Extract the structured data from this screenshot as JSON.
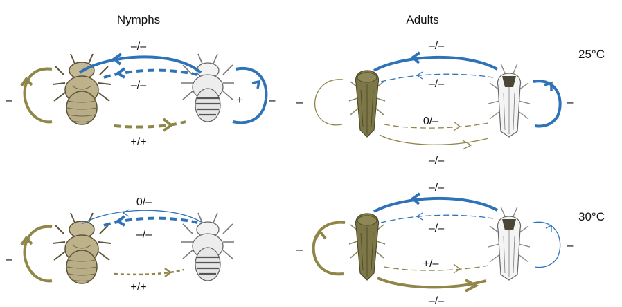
{
  "headers": {
    "nymphs": "Nymphs",
    "adults": "Adults"
  },
  "temperatures": {
    "top": "25°C",
    "bottom": "30°C"
  },
  "colors": {
    "olive": "#8f8648",
    "blue": "#2e73b8",
    "olive_body": "#b8ad86",
    "adult_olive": "#7d7748"
  },
  "panels": {
    "nymphs_25": {
      "top_arc": "–/–",
      "middle_arc": "–/–",
      "bottom_arc": "+/+",
      "left_self": "–",
      "right_self": "–",
      "right_self_inner": "+"
    },
    "adults_25": {
      "top_arc": "–/–",
      "middle_arc": "–/–",
      "lower_arc": "0/–",
      "bottom_arc": "–/–",
      "left_self": "–",
      "right_self": "–"
    },
    "nymphs_30": {
      "top_arc": "0/–",
      "middle_arc": "–/–",
      "bottom_arc": "+/+",
      "left_self": "–"
    },
    "adults_30": {
      "top_arc": "–/–",
      "middle_arc": "–/–",
      "lower_arc": "+/–",
      "bottom_arc": "–/–",
      "left_self": "–",
      "right_self": "–"
    }
  }
}
